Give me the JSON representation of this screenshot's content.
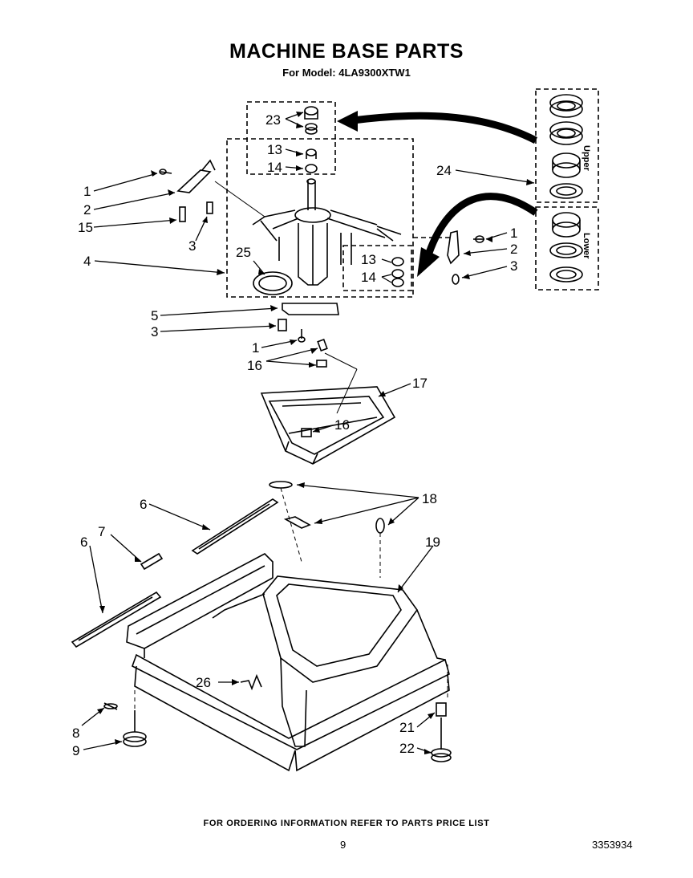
{
  "page": {
    "title": "MACHINE BASE PARTS",
    "subtitle": "For Model: 4LA9300XTW1",
    "footer": "FOR ORDERING INFORMATION REFER TO PARTS PRICE LIST",
    "page_number": "9",
    "doc_number": "3353934"
  },
  "callouts": {
    "c1a": "1",
    "c2a": "2",
    "c15": "15",
    "c3a": "3",
    "c4": "4",
    "c23": "23",
    "c13a": "13",
    "c14a": "14",
    "c25": "25",
    "c24": "24",
    "upper": "Upper",
    "lower": "Lower",
    "c1b": "1",
    "c2b": "2",
    "c3b": "3",
    "c13b": "13",
    "c14b": "14",
    "c5": "5",
    "c3c": "3",
    "c1c": "1",
    "c16a": "16",
    "c17": "17",
    "c16b": "16",
    "c6a": "6",
    "c7": "7",
    "c6b": "6",
    "c18": "18",
    "c19": "19",
    "c26": "26",
    "c8": "8",
    "c9": "9",
    "c21": "21",
    "c22": "22"
  }
}
